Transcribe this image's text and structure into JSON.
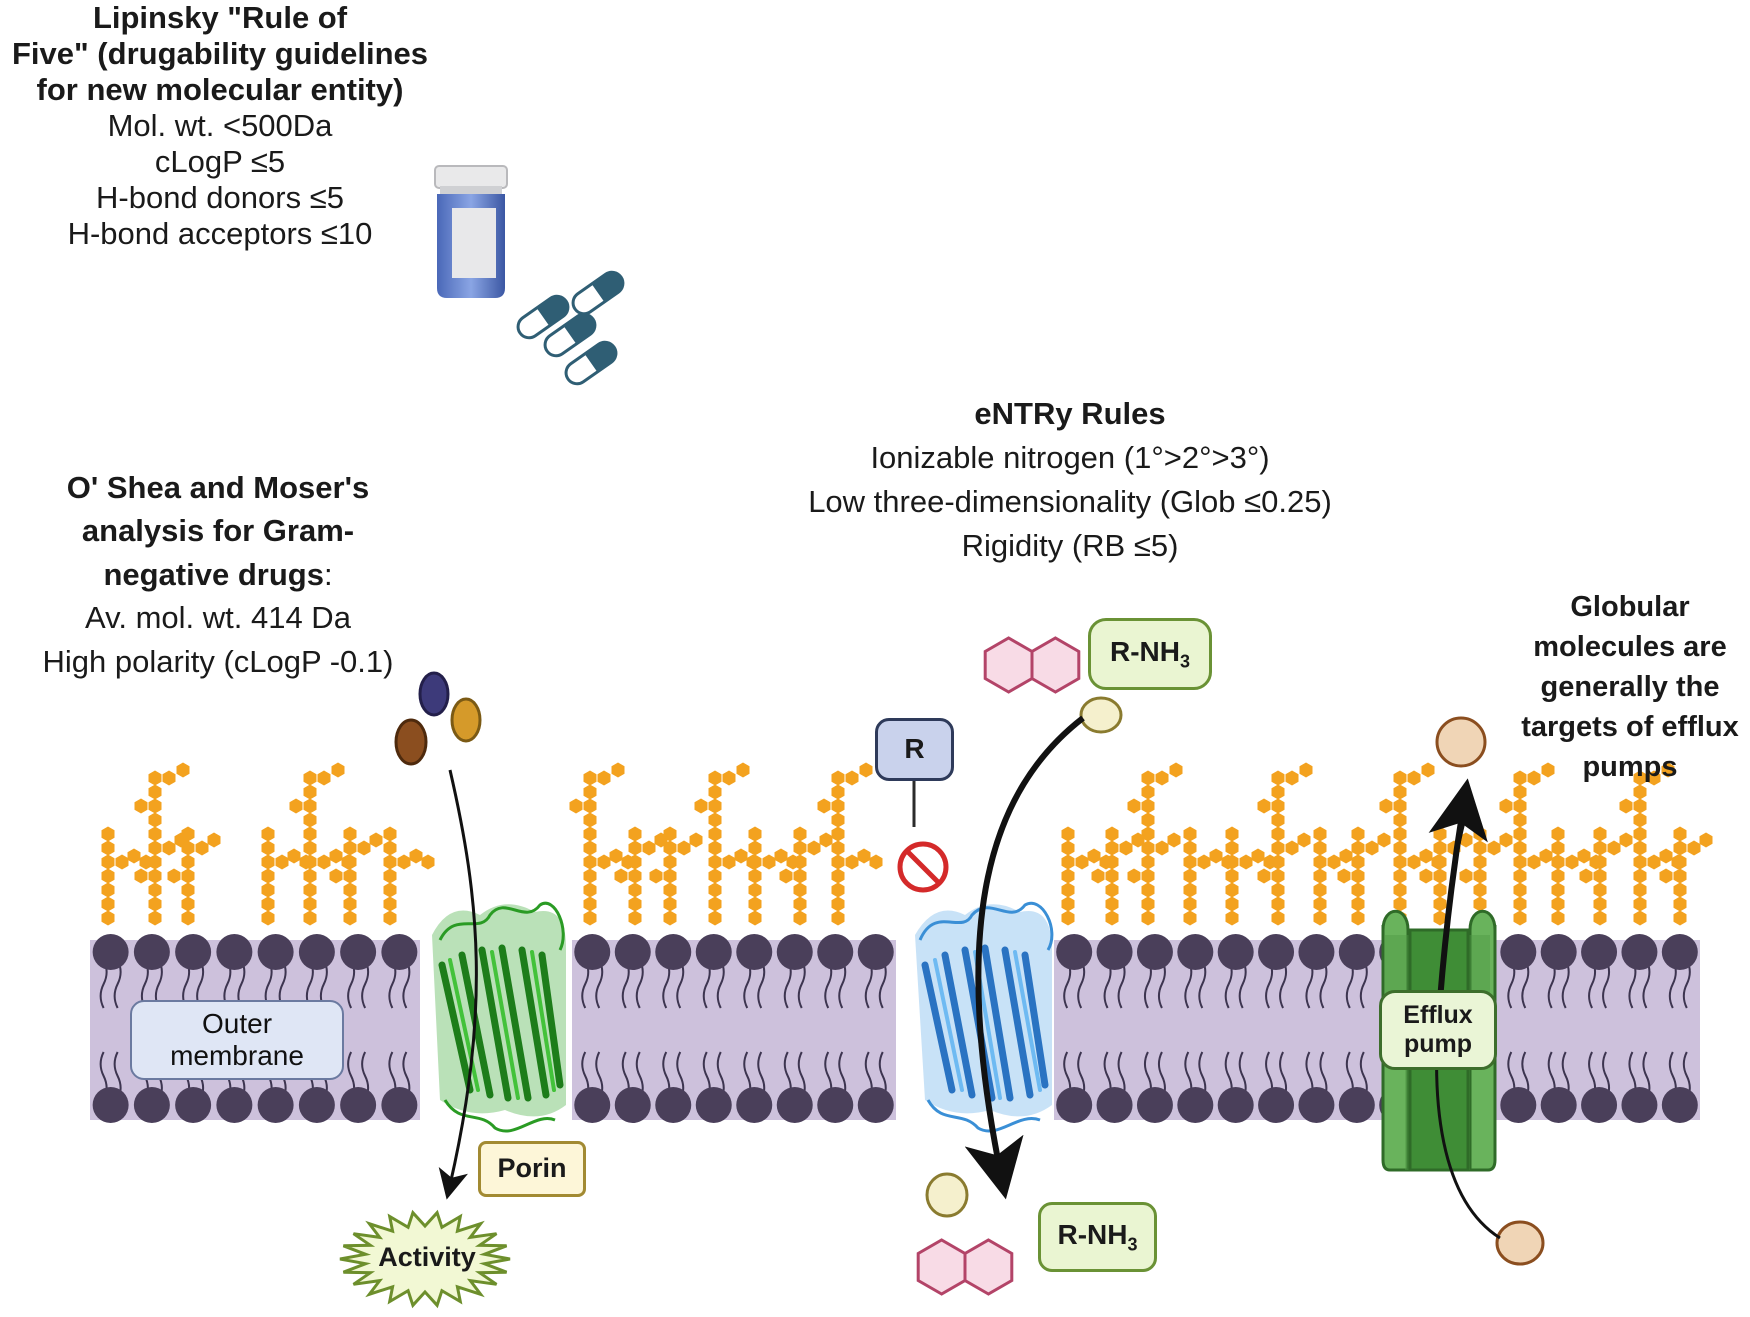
{
  "lipinsky": {
    "title_lines": [
      "Lipinsky \"Rule of",
      "Five\" (drugability guidelines",
      "for new molecular entity)"
    ],
    "rules": [
      "Mol. wt. <500Da",
      "cLogP ≤5",
      "H-bond donors  ≤5",
      "H-bond acceptors  ≤10"
    ]
  },
  "oshea": {
    "title_lines": [
      "O' Shea and Moser's",
      "analysis for Gram-",
      "negative drugs"
    ],
    "title_suffix": ":",
    "rules": [
      "Av. mol. wt. 414 Da",
      "High polarity (cLogP -0.1)"
    ]
  },
  "entry": {
    "title": "eNTRy Rules",
    "rules": [
      "Ionizable nitrogen (1°>2°>3°)",
      "Low three-dimensionality (Glob ≤0.25)",
      "Rigidity (RB ≤5)"
    ]
  },
  "globular": {
    "lines": [
      "Globular",
      "molecules are",
      "generally the",
      "targets of efflux",
      "pumps"
    ]
  },
  "labels": {
    "outer_membrane": [
      "Outer",
      "membrane"
    ],
    "porin": "Porin",
    "activity": "Activity",
    "efflux_pump": [
      "Efflux",
      "pump"
    ],
    "r_group": "R",
    "rnh3_top": "R-NH",
    "rnh3_bottom": "R-NH",
    "subscript": "3"
  },
  "colors": {
    "lps": "#f3a21f",
    "lipid_head": "#4a3f5a",
    "membrane_fill": "#cdc1dc",
    "porin_green": "#2fa12a",
    "porin_blue": "#3a8fd6",
    "efflux_green": "#4f9a45",
    "prohibit_red": "#d42a2a",
    "hexagon_pink": "#f8dbe6",
    "hexagon_stroke": "#b34468"
  }
}
